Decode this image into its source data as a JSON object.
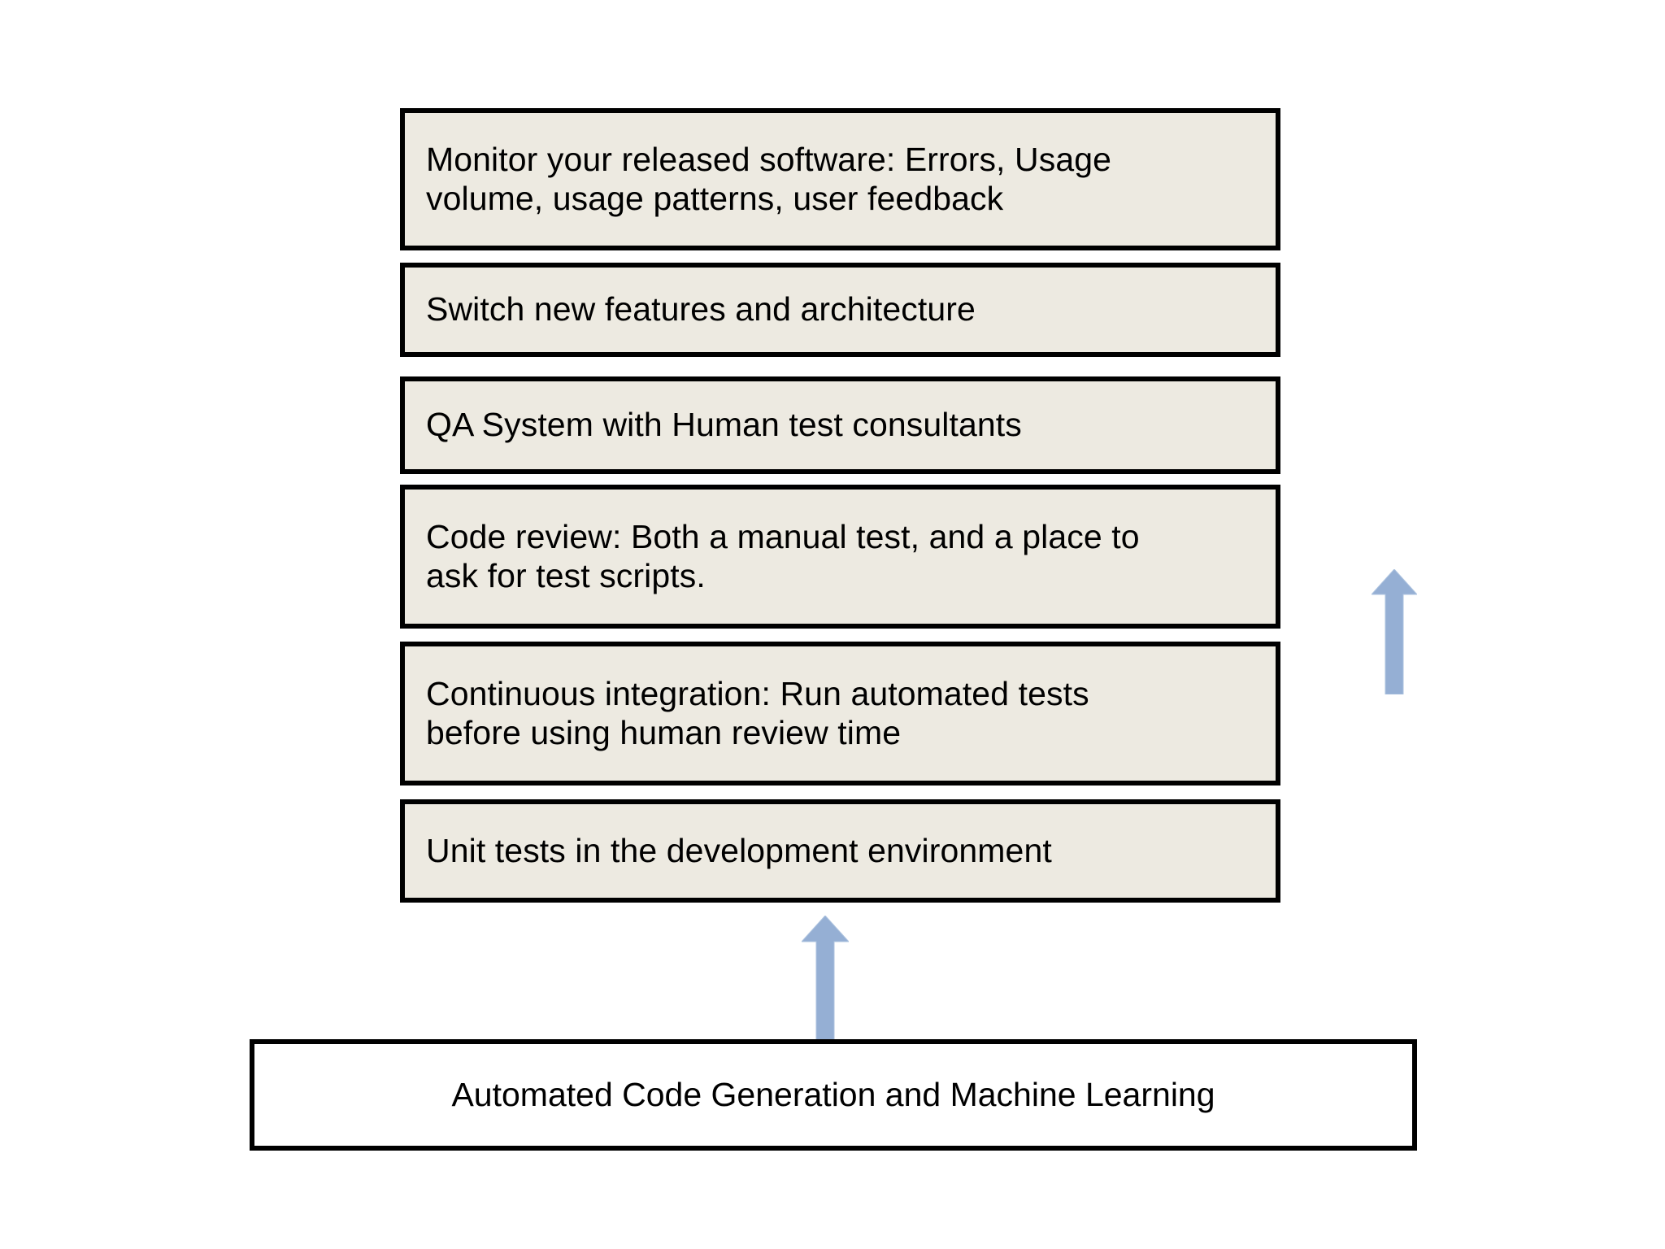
{
  "diagram": {
    "type": "layered-stack",
    "background_color": "#FFFFFF",
    "box_fill_color": "#EDEAE1",
    "box_border_color": "#000000",
    "base_fill_color": "#FFFFFF",
    "arrow_color": "#95AFD4",
    "layers": [
      {
        "id": "monitor",
        "label": "Monitor your released software: Errors, Usage\nvolume, usage patterns, user feedback"
      },
      {
        "id": "switch-features",
        "label": "Switch new features and architecture"
      },
      {
        "id": "qa-system",
        "label": "QA System with Human test consultants"
      },
      {
        "id": "code-review",
        "label": "Code review: Both a manual test, and a place to\nask for test scripts."
      },
      {
        "id": "continuous-integration",
        "label": "Continuous integration: Run automated tests\nbefore using human review time"
      },
      {
        "id": "unit-tests",
        "label": "Unit tests in the development environment"
      }
    ],
    "base": {
      "id": "automated-code-generation",
      "label": "Automated Code Generation and Machine Learning"
    },
    "arrows": [
      {
        "id": "base-to-stack-arrow",
        "direction": "up",
        "color": "#95AFD4"
      },
      {
        "id": "progression-arrow",
        "direction": "up",
        "color": "#95AFD4"
      }
    ]
  }
}
